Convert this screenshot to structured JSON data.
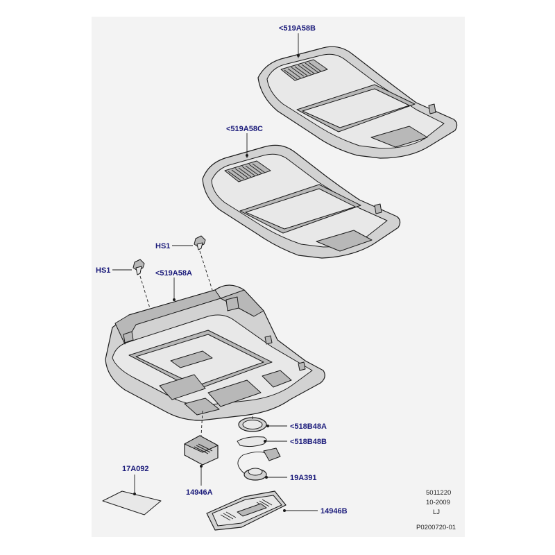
{
  "labels": {
    "l519A58B": "<519A58B",
    "l519A58C": "<519A58C",
    "hs1_top": "HS1",
    "hs1_left": "HS1",
    "l519A58A": "<519A58A",
    "l518B48A": "<518B48A",
    "l518B48B": "<518B48B",
    "l17A092": "17A092",
    "l14946A": "14946A",
    "l19A391": "19A391",
    "l14946B": "14946B"
  },
  "reference": {
    "number": "5011220",
    "date": "10-2009",
    "initials": "LJ",
    "code": "P0200720-01"
  },
  "colors": {
    "background": "#f3f3f3",
    "label": "#1a1a7a",
    "part_fill": "#d2d2d2",
    "outline": "#1a1a1a"
  }
}
